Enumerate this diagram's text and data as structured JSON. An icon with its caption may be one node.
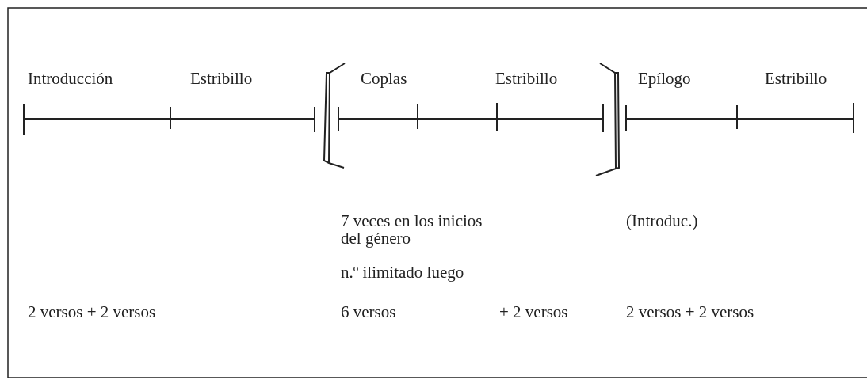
{
  "diagram": {
    "labels": [
      "Introducción",
      "Estribillo",
      "Coplas",
      "Estribillo",
      "Epílogo",
      "Estribillo",
      "7 veces en los inicios del género",
      "(Introduc.)",
      "n.º ilimitado luego",
      "2 versos + 2 versos",
      "6 versos",
      "+ 2 versos",
      "2 versos + 2 versos"
    ]
  }
}
